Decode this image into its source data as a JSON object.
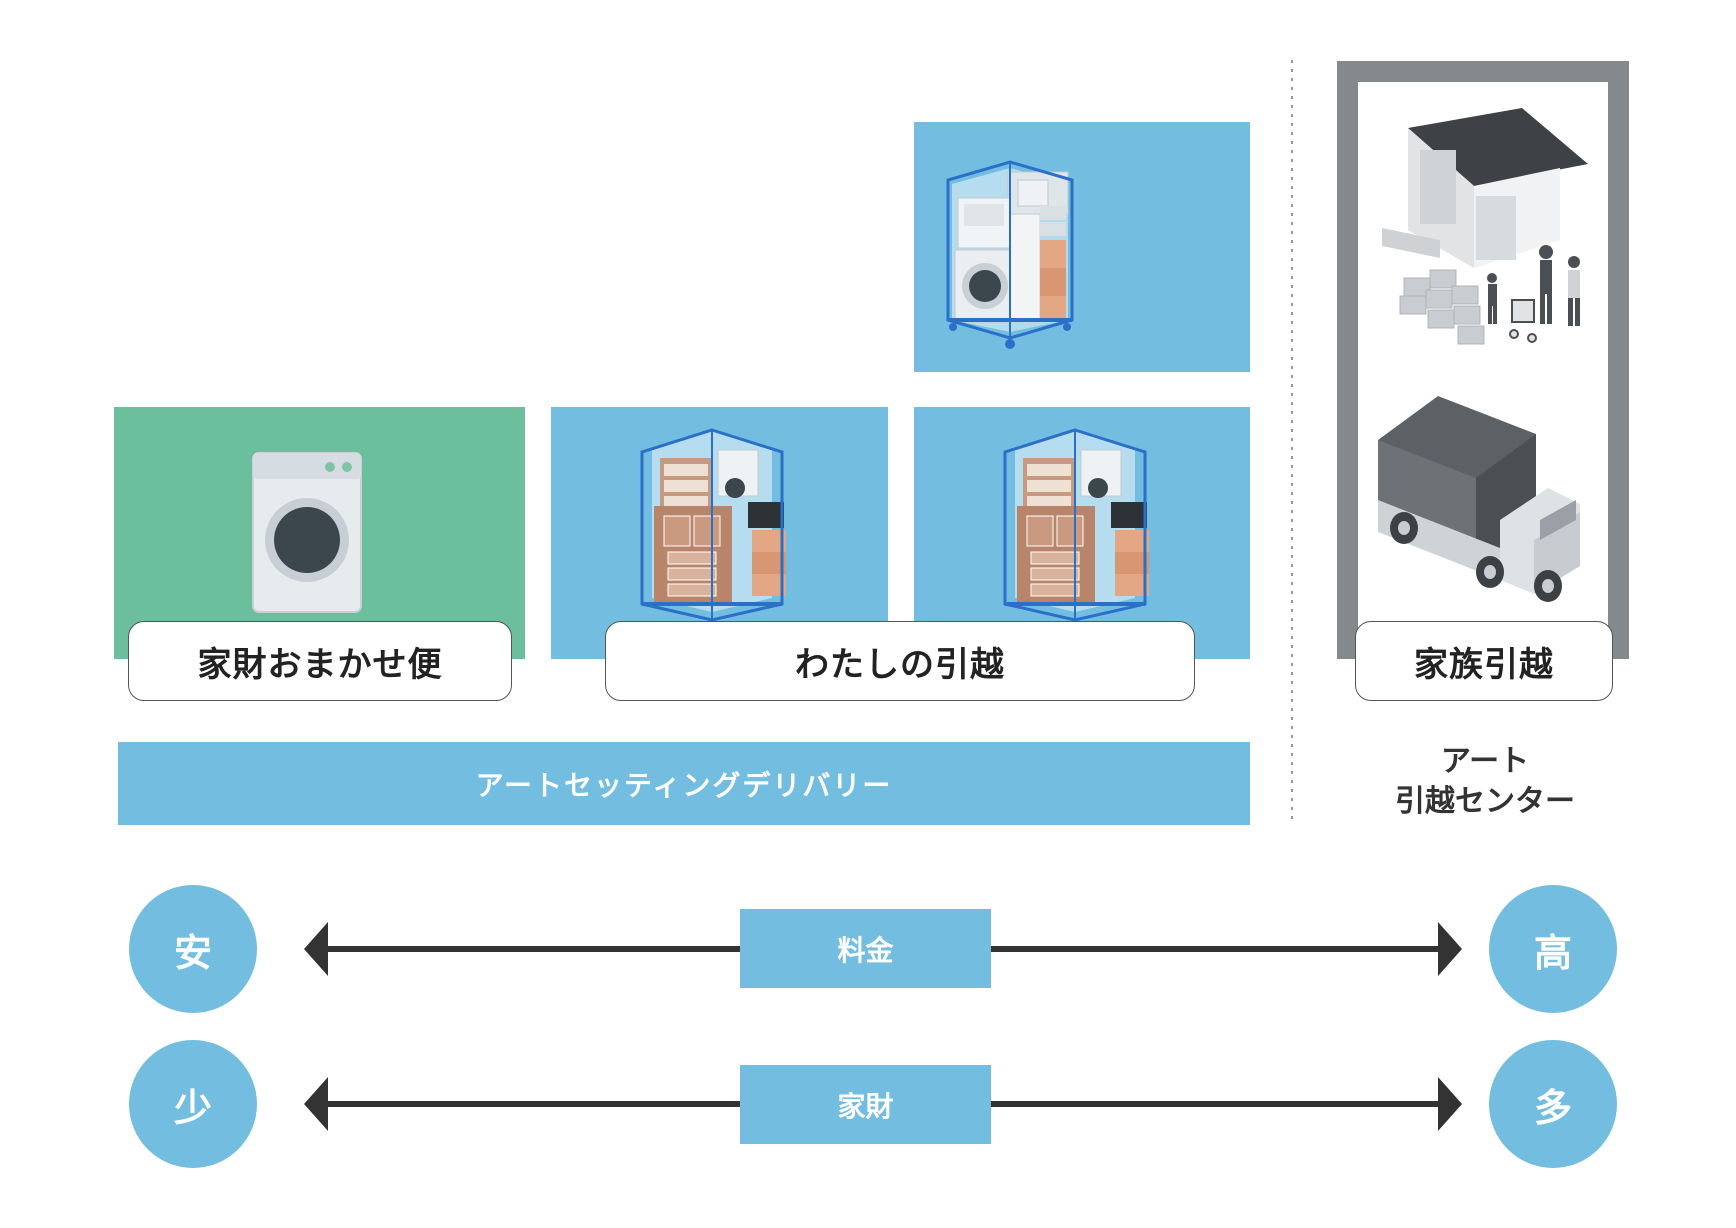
{
  "services": {
    "omakase": {
      "label": "家財おまかせ便",
      "color": "#6bbf9c"
    },
    "watashi": {
      "label": "わたしの引越",
      "color": "#72bde0"
    },
    "kazoku": {
      "label": "家族引越",
      "color": "#85898c"
    }
  },
  "delivery_bar": {
    "label": "アートセッティングデリバリー"
  },
  "art_center": {
    "line1": "アート",
    "line2": "引越センター"
  },
  "scales": [
    {
      "label": "料金",
      "left": "安",
      "right": "高"
    },
    {
      "label": "家財",
      "left": "少",
      "right": "多"
    }
  ],
  "icons": [
    "washing-machine-icon",
    "cargo-box-icon",
    "house-family-icon",
    "truck-icon"
  ]
}
